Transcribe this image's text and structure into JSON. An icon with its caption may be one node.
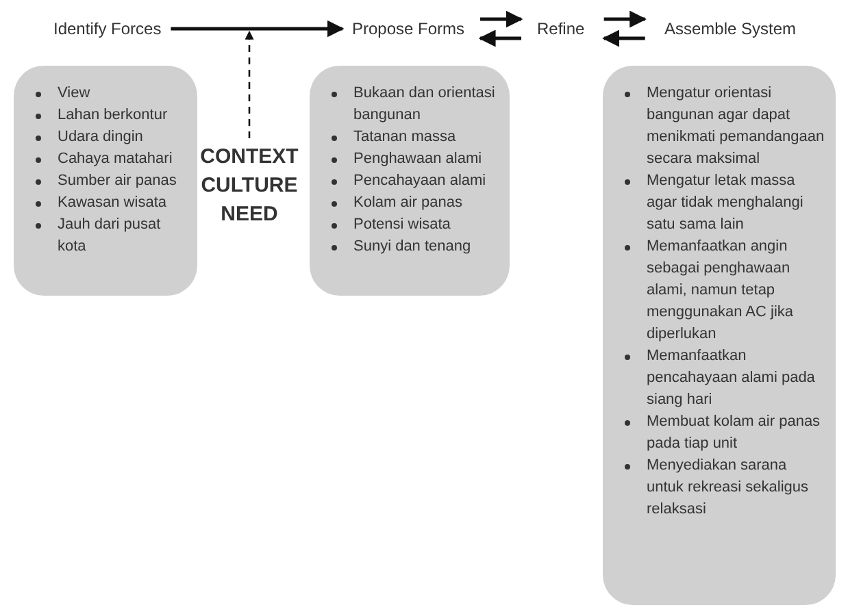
{
  "diagram": {
    "nodes": [
      {
        "text": [
          "Identify Forces"
        ]
      },
      {
        "text": [
          "Propose Forms"
        ]
      },
      {
        "text": [
          "Refine"
        ]
      },
      {
        "text": [
          "Assemble System"
        ]
      },
      {
        "text": [
          "View",
          "Lahan berkontur",
          "Udara dingin",
          "Cahaya matahari",
          "Sumber air panas",
          "Kawasan wisata",
          "Jauh dari pusat kota"
        ]
      },
      {
        "text": [
          "CONTEXT CULTURE NEED"
        ]
      },
      {
        "text": [
          "Bukaan dan orientasi bangunan",
          "Tatanan massa",
          "Penghawaan alami",
          "Pencahayaan alami",
          "Kolam air panas",
          "Potensi wisata",
          "Sunyi dan tenang"
        ]
      },
      {
        "text": [
          "Mengatur orientasi bangunan agar dapat menikmati pemandangaan secara maksimal",
          "Mengatur letak massa agar tidak menghalangi satu sama lain",
          "Memanfaatkan angin sebagai penghawaan alami, namun tetap menggunakan AC jika diperlukan",
          "Memanfaatkan pencahayaan alami pada siang hari",
          "Membuat kolam air panas pada tiap unit",
          "Menyediakan sarana untuk rekreasi sekaligus relaksasi"
        ]
      }
    ],
    "edges": [
      {
        "from": 0,
        "to": 1,
        "arrow": "to"
      },
      {
        "from": 1,
        "to": 2,
        "arrow": "to"
      },
      {
        "from": 2,
        "to": 1,
        "arrow": "to"
      },
      {
        "from": 2,
        "to": 3,
        "arrow": "to"
      },
      {
        "from": 3,
        "to": 2,
        "arrow": "to"
      },
      {
        "from": 5,
        "to": null,
        "arrow": "to",
        "style": "dashed"
      }
    ]
  }
}
